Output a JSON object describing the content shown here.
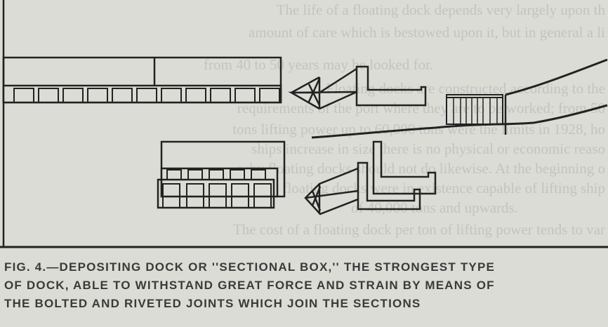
{
  "background_text": [
    "The life of a floating dock depends very largely upon th",
    "amount of care which is bestowed upon it, but in general a li",
    "from 40 to 50 years may be looked for.",
    "Floating docks are constructed according to the",
    "requirements of the port where they are to be worked; from 50",
    "tons lifting power up to 60,000 tons were the limits in 1928, ho",
    "ships increase in size there is no physical or economic reaso",
    "why floating docks should not do likewise. At the beginning o",
    "1928 nine floating docks were in existence capable of lifting ship",
    "of 40,000 tons and upwards.",
    "The cost of a floating dock per ton of lifting power tends to var"
  ],
  "caption": {
    "line1": "FIG. 4.—DEPOSITING DOCK OR ''SECTIONAL BOX,'' THE STRONGEST TYPE",
    "line2": "OF DOCK, ABLE TO WITHSTAND GREAT FORCE AND STRAIN BY MEANS OF",
    "line3": "THE BOLTED AND RIVETED JOINTS WHICH JOIN THE SECTIONS"
  }
}
